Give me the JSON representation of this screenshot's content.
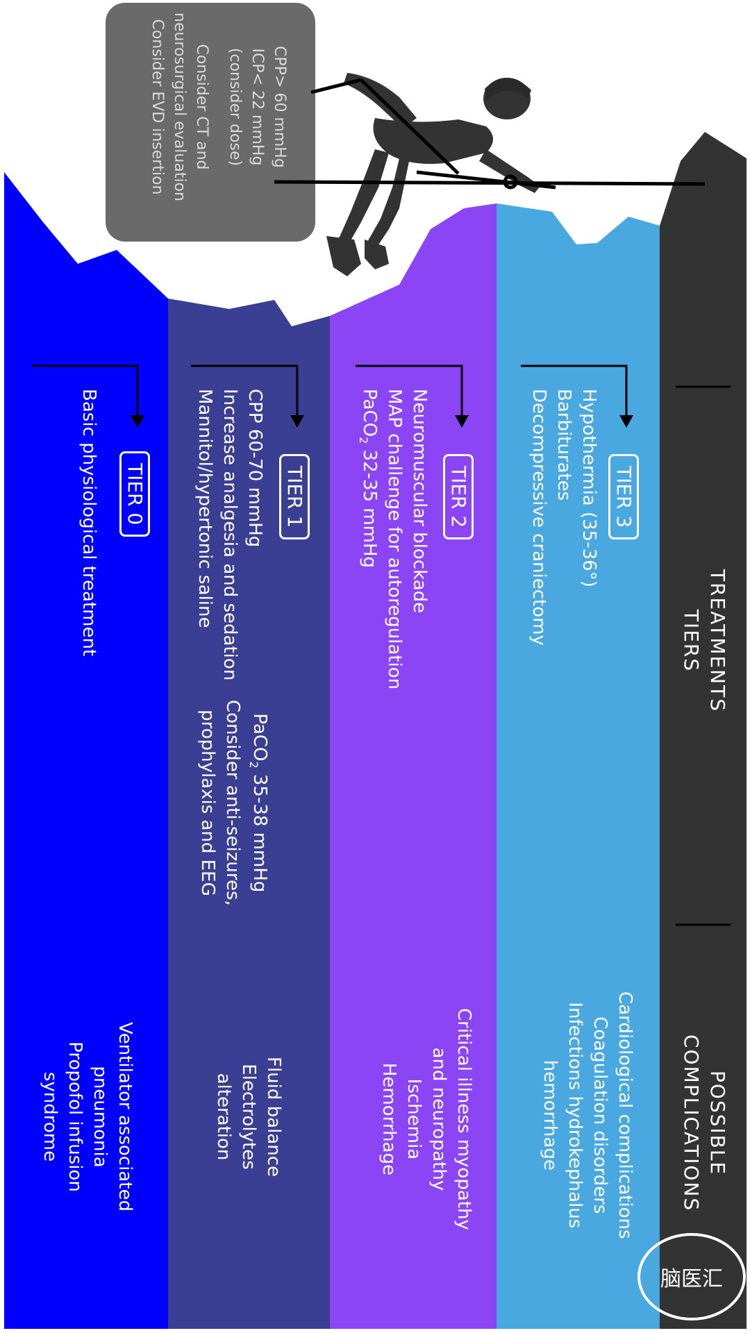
{
  "info_box": {
    "lines": [
      "CPP> 60 mmHg",
      "ICP< 22 mmHg",
      "(consider dose)",
      "",
      "Consider CT and",
      "neurosurgical evaluation",
      "Consider EVD insertion"
    ]
  },
  "headers": {
    "treatments": [
      "TREATMENTS",
      "TIERS"
    ],
    "complications": [
      "POSSIBLE",
      "COMPLICATIONS"
    ]
  },
  "tiers": [
    {
      "label": "TIER 0",
      "color": "#0000ff",
      "treatments": [
        "Basic physiological treatment"
      ],
      "complications": [
        "Ventilator associated",
        "pneumonia",
        "Propofol infusion",
        "syndrome"
      ]
    },
    {
      "label": "TIER 1",
      "color": "#3a3f93",
      "treatments": [
        "CPP 60-70 mmHg",
        "Increase analgesia and sedation",
        "Mannitol/hypertonic saline"
      ],
      "extra": {
        "paco2": "PaCO",
        "paco2_sub": "2",
        "paco2_rest": " 35-38 mmHg",
        "lines": [
          "Consider anti-seizures,",
          "prophylaxis and EEG"
        ]
      },
      "complications": [
        "Fluid balance",
        "Electrolytes",
        "alteration"
      ]
    },
    {
      "label": "TIER 2",
      "color": "#8b45f5",
      "treatments": [
        "Neuromuscular blockade",
        "MAP challenge for autoregulation"
      ],
      "paco2": {
        "pre": "PaCO",
        "sub": "2",
        "post": " 32-35 mmHg"
      },
      "complications": [
        "Critical illness myopathy",
        "and neuropathy",
        "Ischemia",
        "Hemorrhage"
      ]
    },
    {
      "label": "TIER 3",
      "color": "#4aa8e0",
      "treatments": [
        "Hypothermia (35-36°)",
        "Barbiturates",
        "Decompressive craniectomy"
      ],
      "complications": [
        "Cardiological complications",
        "Coagulation disorders",
        "Infections hydrokephalus",
        "hemorrhage"
      ]
    }
  ],
  "header_column_color": "#333333",
  "logo": "脑医汇"
}
